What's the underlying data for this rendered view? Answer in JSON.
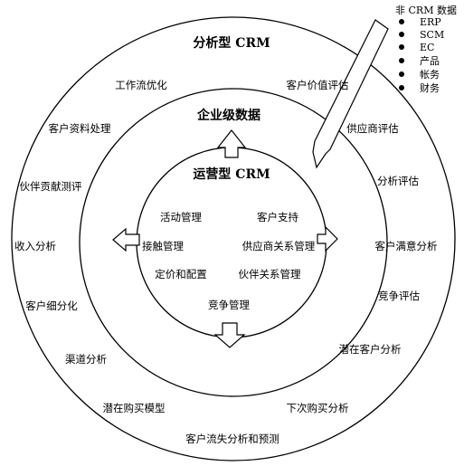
{
  "diagram": {
    "outer_ring": {
      "title": "分析型 CRM",
      "items": [
        "工作流优化",
        "客户价值评估",
        "客户资料处理",
        "供应商评估",
        "伙伴贡献测评",
        "分析评估",
        "收入分析",
        "客户满意分析",
        "客户细分化",
        "竞争评估",
        "渠道分析",
        "潜在客户分析",
        "潜在购买模型",
        "下次购买分析",
        "客户流失分析和预测"
      ]
    },
    "middle_ring": {
      "title": "企业级数据"
    },
    "inner_circle": {
      "title": "运营型 CRM",
      "items": [
        "活动管理",
        "客户支持",
        "接触管理",
        "供应商关系管理",
        "定价和配置",
        "伙伴关系管理",
        "竞争管理"
      ]
    },
    "non_crm": {
      "title": "非 CRM 数据",
      "items": [
        "ERP",
        "SCM",
        "EC",
        "产品",
        "帐务",
        "财务"
      ]
    }
  }
}
